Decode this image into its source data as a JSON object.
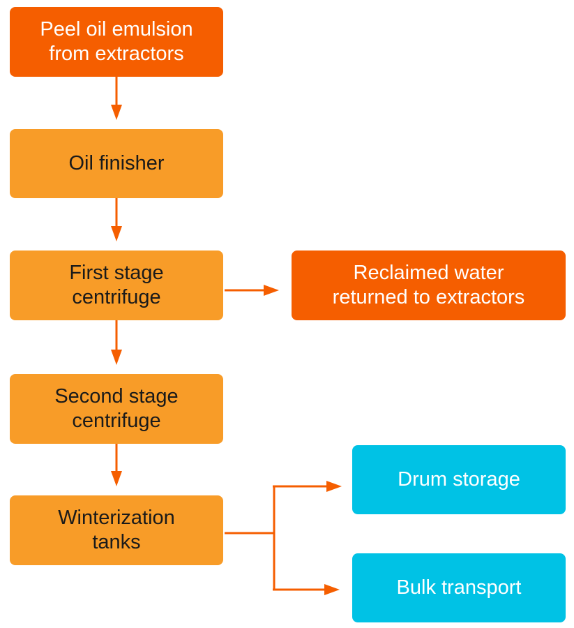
{
  "diagram": {
    "type": "flowchart",
    "colors": {
      "source": "#F55E00",
      "process": "#F89C28",
      "output": "#00C2E5",
      "arrow": "#F55E00"
    },
    "nodes": {
      "peel_oil": "Peel oil emulsion from extractors",
      "peel_oil_line1": "Peel oil emulsion",
      "peel_oil_line2": "from extractors",
      "oil_finisher": "Oil finisher",
      "first_stage_line1": "First stage",
      "first_stage_line2": "centrifuge",
      "reclaimed_line1": "Reclaimed water",
      "reclaimed_line2": "returned to extractors",
      "second_stage_line1": "Second stage",
      "second_stage_line2": "centrifuge",
      "winterization_line1": "Winterization",
      "winterization_line2": "tanks",
      "drum_storage": "Drum storage",
      "bulk_transport": "Bulk transport"
    },
    "edges": [
      {
        "from": "Peel oil emulsion from extractors",
        "to": "Oil finisher"
      },
      {
        "from": "Oil finisher",
        "to": "First stage centrifuge"
      },
      {
        "from": "First stage centrifuge",
        "to": "Reclaimed water returned to extractors"
      },
      {
        "from": "First stage centrifuge",
        "to": "Second stage centrifuge"
      },
      {
        "from": "Second stage centrifuge",
        "to": "Winterization tanks"
      },
      {
        "from": "Winterization tanks",
        "to": "Drum storage"
      },
      {
        "from": "Winterization tanks",
        "to": "Bulk transport"
      }
    ]
  }
}
